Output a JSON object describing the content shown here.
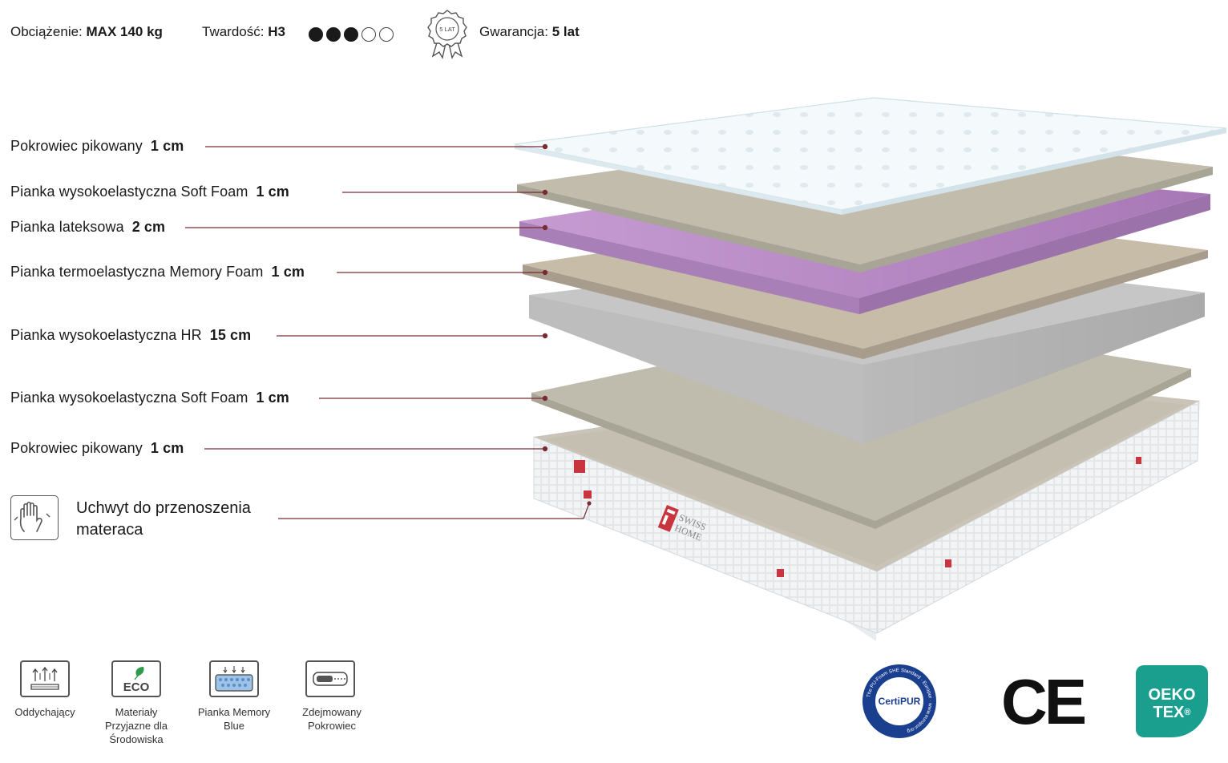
{
  "specs": {
    "load_label": "Obciążenie:",
    "load_value": "MAX 140 kg",
    "firmness_label": "Twardość:",
    "firmness_value": "H3",
    "firmness_level": 3,
    "firmness_max": 5,
    "warranty_badge_text": "5 LAT",
    "warranty_label": "Gwarancja:",
    "warranty_value": "5 lat"
  },
  "layers": [
    {
      "name": "Pokrowiec pikowany",
      "value": "1 cm",
      "color": "#e9f3f6"
    },
    {
      "name": "Pianka wysokoelastyczna Soft  Foam",
      "value": "1 cm",
      "color": "#c2bcac"
    },
    {
      "name": "Pianka lateksowa",
      "value": "2 cm",
      "color": "#b98bc4"
    },
    {
      "name": "Pianka termoelastyczna Memory Foam",
      "value": "1 cm",
      "color": "#c7bca8"
    },
    {
      "name": "Pianka wysokoelastyczna HR",
      "value": "15 cm",
      "color": "#b8b8b8"
    },
    {
      "name": "Pianka wysokoelastyczna Soft  Foam",
      "value": "1 cm",
      "color": "#bdb8aa"
    },
    {
      "name": "Pokrowiec pikowany",
      "value": "1 cm",
      "color": "#e6e8ea"
    }
  ],
  "handle": {
    "icon": "hand-grip-icon",
    "line1": "Uchwyt do przenoszenia",
    "line2": "materaca"
  },
  "mattress_brand": {
    "line1": "SWISS",
    "line2": "HOME"
  },
  "features": [
    {
      "icon": "breathable-icon",
      "label": "Oddychający"
    },
    {
      "icon": "eco-icon",
      "label": "Materiały Przyjazne dla Środowiska",
      "icon_text": "ECO"
    },
    {
      "icon": "memory-foam-icon",
      "label": "Pianka Memory Blue"
    },
    {
      "icon": "zipper-icon",
      "label": "Zdejmowany Pokrowiec"
    }
  ],
  "certifications": {
    "certipur": {
      "main": "CertiPUR",
      "ring": "The PU-Foam SHE Standard · Europur · www.europur.org",
      "color": "#1b3f8f"
    },
    "ce": "CE",
    "oekotex": {
      "line1": "OEKO",
      "line2": "TEX",
      "mark": "®",
      "color": "#1a9f8f"
    }
  },
  "colors": {
    "leader_line": "#7a2a33",
    "text": "#1a1a1a"
  }
}
